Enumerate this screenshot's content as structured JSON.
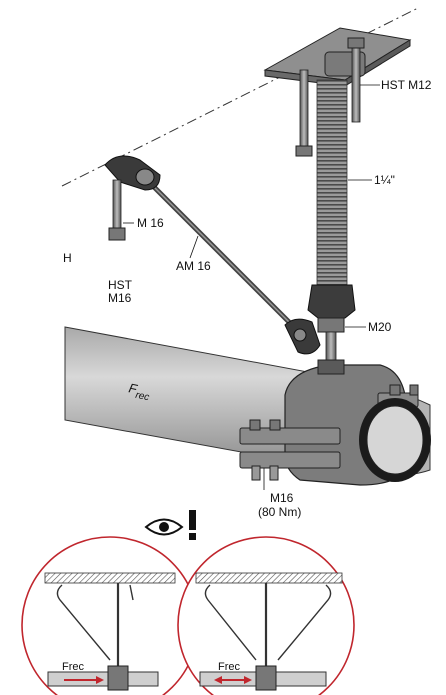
{
  "labels": {
    "hst_m12": "HST M12",
    "pipe_size": "1¼\"",
    "m16_anchor": "M 16",
    "am16": "AM 16",
    "h": "H",
    "hst": "HST",
    "m16_hst": "M16",
    "m20": "M20",
    "frec_main": "F",
    "frec_main_sub": "rec",
    "m16_bottom": "M16",
    "torque": "(80 Nm)",
    "frec_left": "Frec",
    "frec_right": "Frec"
  },
  "icons": {
    "eye": "eye-icon",
    "exclamation": "exclamation-icon"
  },
  "colors": {
    "pipe_fill": "#c9c9c9",
    "pipe_shadow": "#8f8f8f",
    "metal": "#6e6e6e",
    "dark_metal": "#3a3a3a",
    "circle_red": "#c0262d",
    "arrow_red": "#c0262d"
  }
}
